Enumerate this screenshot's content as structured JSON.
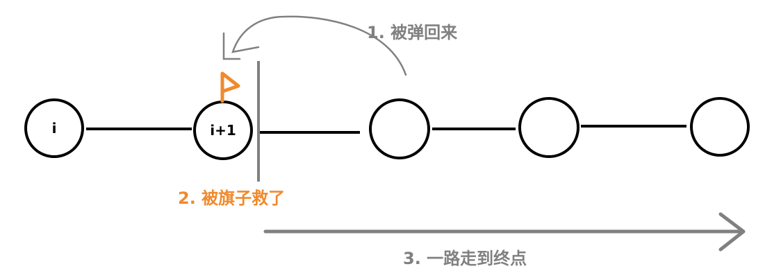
{
  "nodes": [
    {
      "label": "i"
    },
    {
      "label": "i+1"
    },
    {
      "label": ""
    },
    {
      "label": ""
    },
    {
      "label": ""
    }
  ],
  "annotations": {
    "bounce": "1. 被弹回来",
    "saved": "2. 被旗子救了",
    "walk": "3. 一路走到终点"
  },
  "colors": {
    "node_stroke": "#000000",
    "edge": "#000000",
    "gray": "#808080",
    "orange": "#f08a2c",
    "flag_icon": "flag-icon"
  }
}
